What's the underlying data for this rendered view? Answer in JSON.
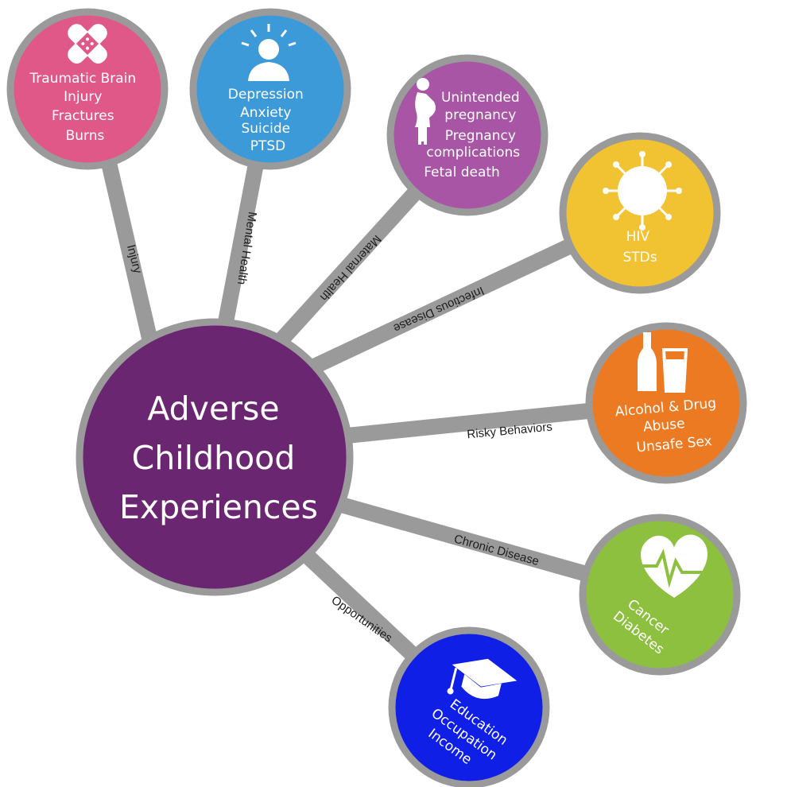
{
  "center": {
    "lines": [
      "Adverse",
      "Childhood",
      "Experiences"
    ],
    "color": "#6b2672"
  },
  "spoke_color": "#9a9a9a",
  "ring_color": "#9a9a9a",
  "nodes": [
    {
      "id": "injury",
      "spoke_label": "Injury",
      "color": "#e05888",
      "icon": "bandage-icon",
      "lines": [
        "Traumatic Brain",
        "Injury",
        "Fractures",
        "Burns"
      ]
    },
    {
      "id": "mental-health",
      "spoke_label": "Mental Health",
      "color": "#3d9ad8",
      "icon": "person-radiant-icon",
      "lines": [
        "Depression",
        "Anxiety",
        "Suicide",
        "PTSD"
      ]
    },
    {
      "id": "maternal-health",
      "spoke_label": "Maternal Health",
      "color": "#a855a6",
      "icon": "pregnant-woman-icon",
      "lines": [
        "Unintended",
        "pregnancy",
        "Pregnancy",
        "complications",
        "Fetal death"
      ]
    },
    {
      "id": "infectious-disease",
      "spoke_label": "Infectious Disease",
      "color": "#f1c232",
      "icon": "virus-icon",
      "lines": [
        "HIV",
        "STDs"
      ]
    },
    {
      "id": "risky-behaviors",
      "spoke_label": "Risky Behaviors",
      "color": "#ec7a22",
      "icon": "bottle-and-glass-icon",
      "lines": [
        "Alcohol & Drug",
        "Abuse",
        "Unsafe Sex"
      ]
    },
    {
      "id": "chronic-disease",
      "spoke_label": "Chronic Disease",
      "color": "#8dc03f",
      "icon": "heart-pulse-icon",
      "lines": [
        "Cancer",
        "Diabetes"
      ]
    },
    {
      "id": "opportunities",
      "spoke_label": "Opportunities",
      "color": "#0f1fe6",
      "icon": "graduation-cap-icon",
      "lines": [
        "Education",
        "Occupation",
        "Income"
      ]
    }
  ]
}
